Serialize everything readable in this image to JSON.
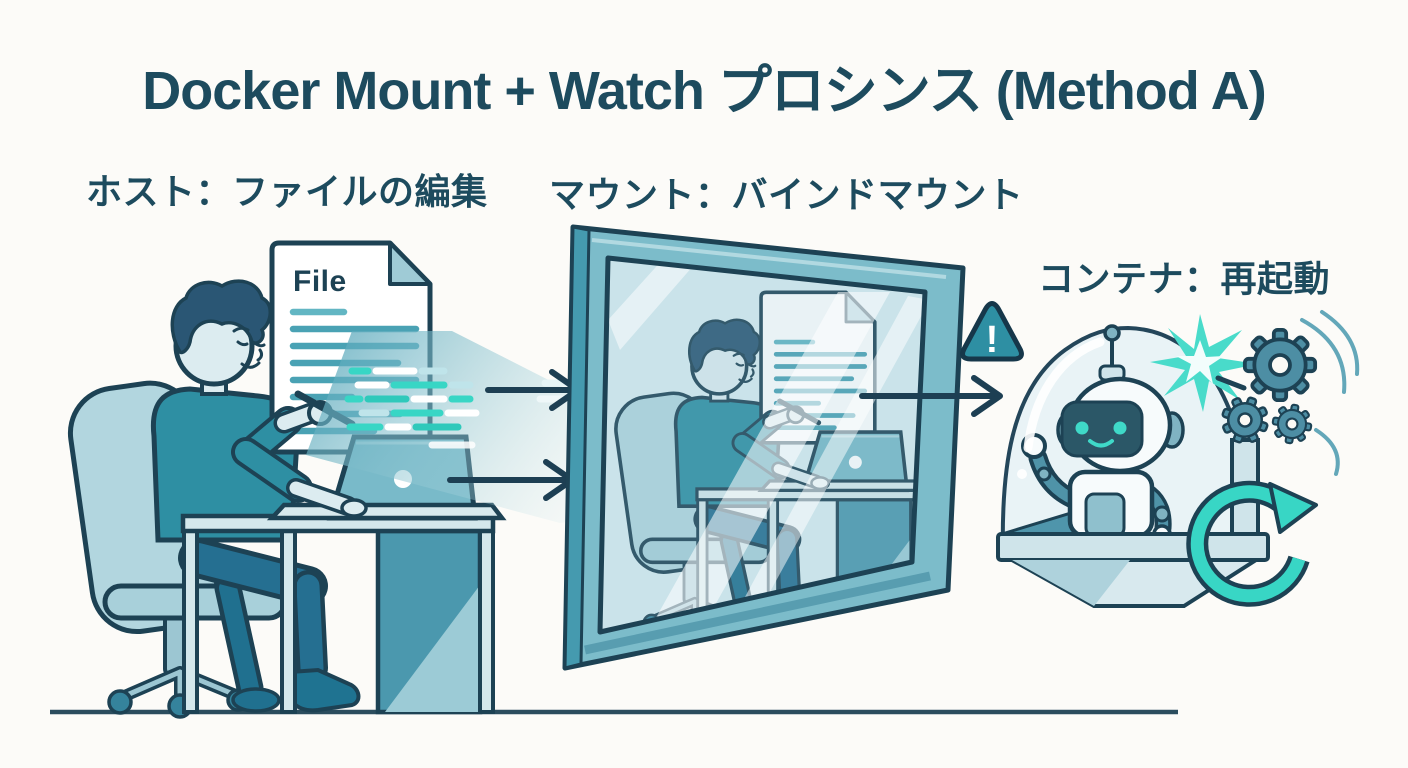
{
  "title": "Docker Mount + Watch プロシンス (Method A)",
  "sections": {
    "host": {
      "label": "ホスト：ファイルの編集"
    },
    "mount": {
      "label": "マウント：バインドマウント"
    },
    "container": {
      "label": "コンテナ：再起動"
    }
  },
  "file_card": {
    "label": "File"
  },
  "warning_badge": {
    "glyph": "!"
  },
  "colors": {
    "background": "#fcfbf8",
    "outline_navy": "#1d4254",
    "heading_text": "#1d4b5e",
    "teal_primary": "#2e8fa3",
    "teal_frame": "#7cbcca",
    "teal_accent": "#38d6c5",
    "glass_blue": "#d9edf2",
    "gear_steel": "#4d8ea4",
    "pants_blue": "#1f6b8d",
    "paper_white": "#ffffff"
  },
  "icons": {
    "file-document-icon": "dog-eared page with text lines",
    "arrow-right-icon": "straight line with chevron head",
    "mirror-pane-icon": "angled glass panel reflecting the host scene",
    "warning-triangle-icon": "rounded triangle with exclamation mark",
    "robot-icon": "waving robot inside glass dome",
    "spark-burst-icon": "teal starburst flash",
    "gear-icon": "cog wheel (x3)",
    "restart-arrow-icon": "circular refresh arrow",
    "laptop-icon": "open laptop seen from behind",
    "person-at-desk-icon": "developer writing at a desk",
    "ground-line": "horizontal baseline"
  }
}
